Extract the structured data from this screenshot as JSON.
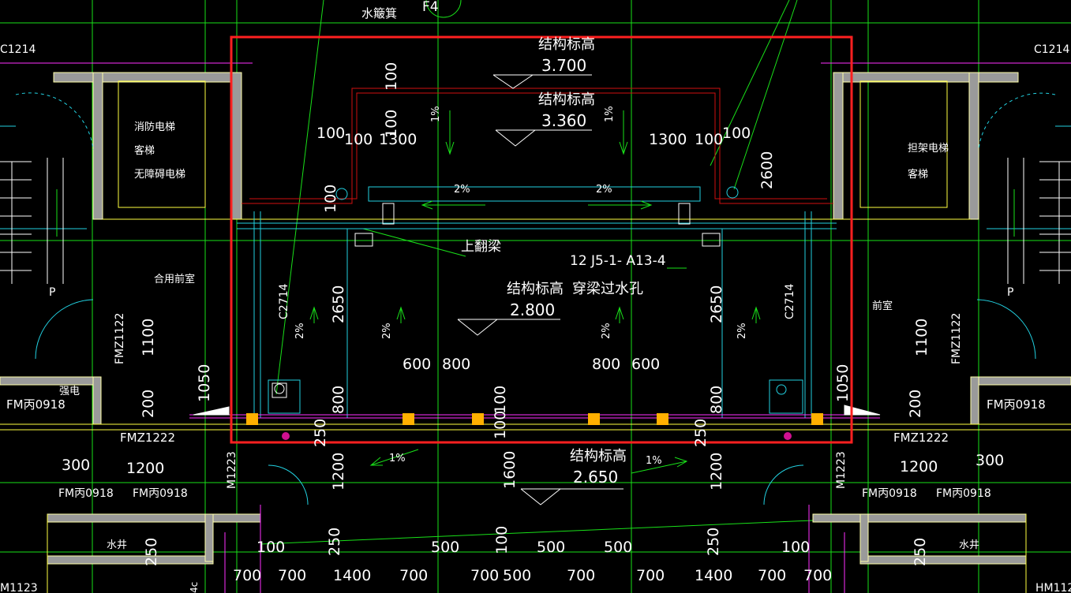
{
  "colors": {
    "background": "#000000",
    "wall": "#9a9a9a",
    "wall_edge": "#ffffaa",
    "cyan": "#22d0e0",
    "green": "#19e019",
    "yellow": "#ffff40",
    "white": "#ffffff",
    "magenta": "#ff30ff",
    "red": "#ff2020",
    "orange": "#ffb000",
    "dark_red": "#d01010"
  },
  "labels": {
    "top_partial": "水簸箕",
    "top_tag": "F4",
    "c1214_left": "C1214",
    "c1214_right": "C1214",
    "elev1_title": "结构标高",
    "elev1_value": "3.700",
    "elev2_title": "结构标高",
    "elev2_value": "3.360",
    "elev3_title": "结构标高",
    "elev3_value": "2.800",
    "elev3_note": "穿梁过水孔",
    "elev4_title": "结构标高",
    "elev4_value": "2.650",
    "lift_left_1": "消防电梯",
    "lift_left_2": "客梯",
    "lift_left_3": "无障碍电梯",
    "lift_right_1": "担架电梯",
    "lift_right_2": "客梯",
    "beam_label": "上翻梁",
    "detail_ref": "12 J5-1- A13-4",
    "room_left": "合用前室",
    "room_right": "前室",
    "strong_elec": "强电",
    "fm0918_1": "FM丙0918",
    "fm0918_2": "FM丙0918",
    "fm0918_3": "FM丙0918",
    "fm0918_4": "FM丙0918",
    "fm0918_5": "FM丙0918",
    "fm0918_right_box": "FM丙0918",
    "fmz1222_left": "FMZ1222",
    "fmz1222_right": "FMZ1222",
    "fmz1122_left": "FMZ1122",
    "fmz1122_right": "FMZ1122",
    "c2714_left": "C2714",
    "c2714_right": "C2714",
    "m1223_left": "M1223",
    "m1223_right": "M1223",
    "water_well_left": "水井",
    "water_well_right": "水井",
    "m1123": "M1123",
    "hm112": "HM112",
    "slope_2pct": "2%",
    "slope_1pct": "1%",
    "room_p_left": "P",
    "room_p_right": "P",
    "stack_char": "4c"
  },
  "dimensions": {
    "d100": "100",
    "d200": "200",
    "d250": "250",
    "d300": "300",
    "d500": "500",
    "d600": "600",
    "d700": "700",
    "d800": "800",
    "d1050": "1050",
    "d1100": "1100",
    "d1200": "1200",
    "d1300": "1300",
    "d1400": "1400",
    "d1600": "1600",
    "d2600": "2600",
    "d2650": "2650"
  },
  "annotation": {
    "highlight_box_color": "#ff2020"
  }
}
